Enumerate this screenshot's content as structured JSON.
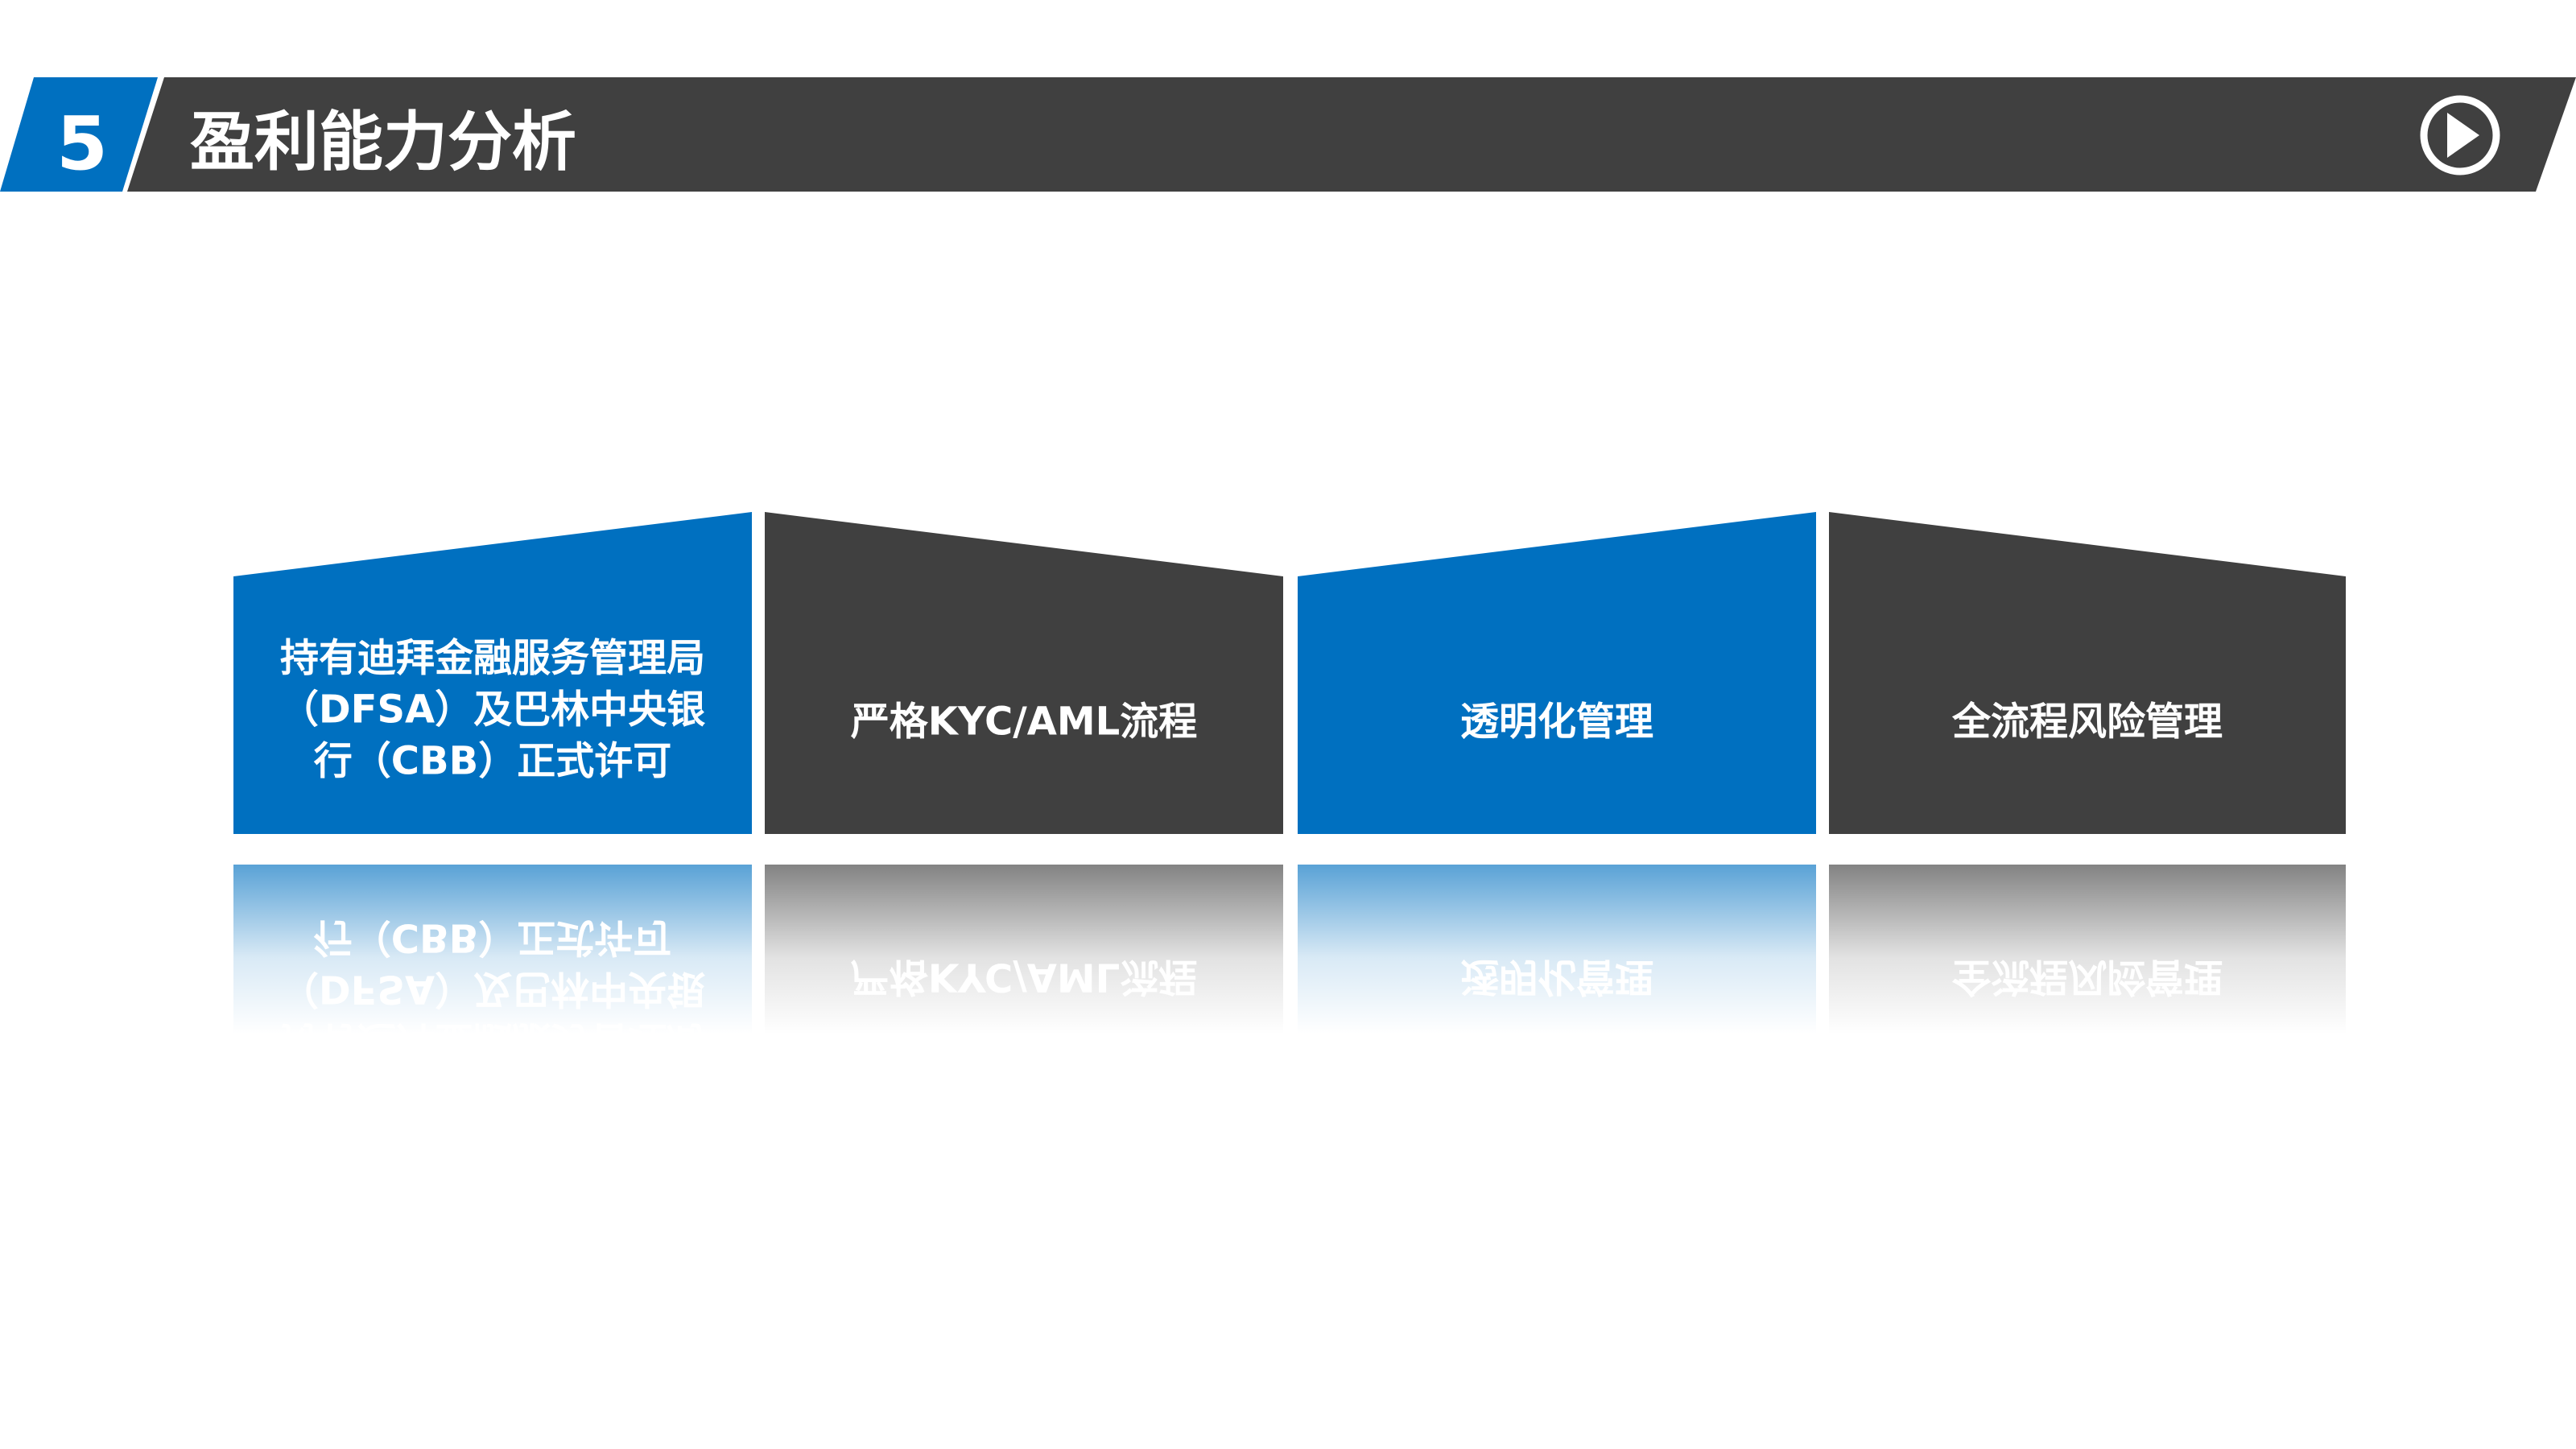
{
  "header": {
    "section_number": "5",
    "title": "盈利能力分析",
    "play_icon": "play-circle-icon"
  },
  "colors": {
    "blue": "#0070C0",
    "dark": "#404040",
    "white": "#FFFFFF"
  },
  "cards": [
    {
      "label_lines": [
        "持有迪拜金融服务管理局",
        "（DFSA）及巴林中央银",
        "行（CBB）正式许可"
      ],
      "color": "#0070C0"
    },
    {
      "label_lines": [
        "严格KYC/AML流程"
      ],
      "color": "#404040"
    },
    {
      "label_lines": [
        "透明化管理"
      ],
      "color": "#0070C0"
    },
    {
      "label_lines": [
        "全流程风险管理"
      ],
      "color": "#404040"
    }
  ]
}
